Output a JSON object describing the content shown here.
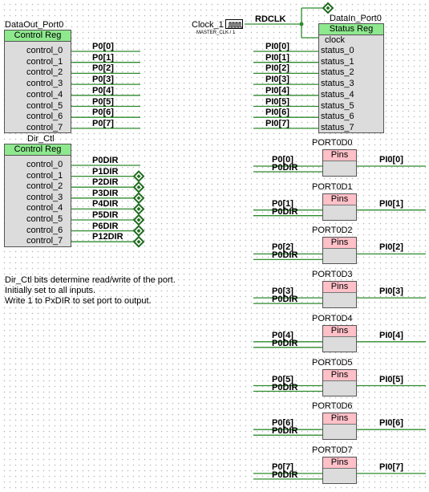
{
  "dataout": {
    "title": "DataOut_Port0",
    "header": "Control Reg",
    "outputs": [
      "control_0",
      "control_1",
      "control_2",
      "control_3",
      "control_4",
      "control_5",
      "control_6",
      "control_7"
    ],
    "nets": [
      "P0[0]",
      "P0[1]",
      "P0[2]",
      "P0[3]",
      "P0[4]",
      "P0[5]",
      "P0[6]",
      "P0[7]"
    ]
  },
  "clock": {
    "name": "Clock_1",
    "source": "MASTER_CLK / 1",
    "net": "RDCLK"
  },
  "datain": {
    "title": "DataIn_Port0",
    "header": "Status Reg",
    "clock_pin": "clock",
    "inputs": [
      "status_0",
      "status_1",
      "status_2",
      "status_3",
      "status_4",
      "status_5",
      "status_6",
      "status_7"
    ],
    "nets": [
      "PI0[0]",
      "PI0[1]",
      "PI0[2]",
      "PI0[3]",
      "PI0[4]",
      "PI0[5]",
      "PI0[6]",
      "PI0[7]"
    ]
  },
  "dirctl": {
    "title": "Dir_Ctl",
    "header": "Control Reg",
    "outputs": [
      "control_0",
      "control_1",
      "control_2",
      "control_3",
      "control_4",
      "control_5",
      "control_6",
      "control_7"
    ],
    "nets": [
      "P0DIR",
      "P1DIR",
      "P2DIR",
      "P3DIR",
      "P4DIR",
      "P5DIR",
      "P6DIR",
      "P12DIR"
    ]
  },
  "note": {
    "lines": [
      "Dir_Ctl bits determine read/write of the port.",
      "Initially set to all inputs.",
      "Write 1 to PxDIR to set port to output."
    ]
  },
  "ports": [
    {
      "name": "PORT0D0",
      "header": "Pins",
      "in_net": "P0[0]",
      "dir_net": "P0DIR",
      "out_net": "PI0[0]"
    },
    {
      "name": "PORT0D1",
      "header": "Pins",
      "in_net": "P0[1]",
      "dir_net": "P0DIR",
      "out_net": "PI0[1]"
    },
    {
      "name": "PORT0D2",
      "header": "Pins",
      "in_net": "P0[2]",
      "dir_net": "P0DIR",
      "out_net": "PI0[2]"
    },
    {
      "name": "PORT0D3",
      "header": "Pins",
      "in_net": "P0[3]",
      "dir_net": "P0DIR",
      "out_net": "PI0[3]"
    },
    {
      "name": "PORT0D4",
      "header": "Pins",
      "in_net": "P0[4]",
      "dir_net": "P0DIR",
      "out_net": "PI0[4]"
    },
    {
      "name": "PORT0D5",
      "header": "Pins",
      "in_net": "P0[5]",
      "dir_net": "P0DIR",
      "out_net": "PI0[5]"
    },
    {
      "name": "PORT0D6",
      "header": "Pins",
      "in_net": "P0[6]",
      "dir_net": "P0DIR",
      "out_net": "PI0[6]"
    },
    {
      "name": "PORT0D7",
      "header": "Pins",
      "in_net": "P0[7]",
      "dir_net": "P0DIR",
      "out_net": "PI0[7]"
    }
  ],
  "colors": {
    "wire": "#2e8b2e",
    "reg_header": "#8ee88e",
    "pins_header": "#ffc0c8",
    "body": "#dcdcdc"
  }
}
